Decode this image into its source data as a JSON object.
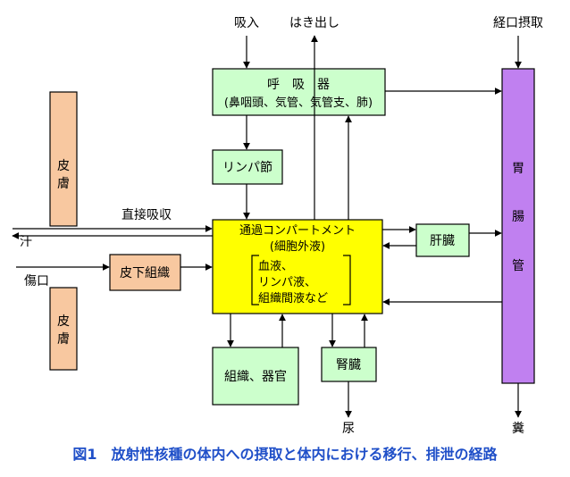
{
  "caption": "図1　放射性核種の体内への摂取と体内における移行、排泄の経路",
  "colors": {
    "green_box": "#ccffcc",
    "peach_box": "#f8c8a0",
    "yellow_box": "#ffff00",
    "purple_box": "#c080f0",
    "caption_text": "#1f4fc8"
  },
  "labels": {
    "inhalation": "吸入",
    "exhalation": "はき出し",
    "oral_intake": "経口摂取",
    "direct_absorption": "直接吸収",
    "sweat": "汗",
    "wound": "傷口",
    "urine": "尿",
    "feces": "糞"
  },
  "boxes": {
    "respiratory": {
      "line1": "呼　吸　器",
      "line2": "(鼻咽頭、気管、気管支、肺)"
    },
    "lymph_node": "リンパ節",
    "skin_top": [
      "皮",
      "膚"
    ],
    "skin_bottom": [
      "皮",
      "膚"
    ],
    "subcutaneous": "皮下組織",
    "transfer": {
      "line1": "通過コンパートメント",
      "line2": "(細胞外液)",
      "items": [
        "血液、",
        "リンパ液、",
        "組織間液など"
      ]
    },
    "liver": "肝臓",
    "gi_tract": [
      "胃",
      "腸",
      "管"
    ],
    "tissues": "組織、器官",
    "kidney": "腎臓"
  }
}
